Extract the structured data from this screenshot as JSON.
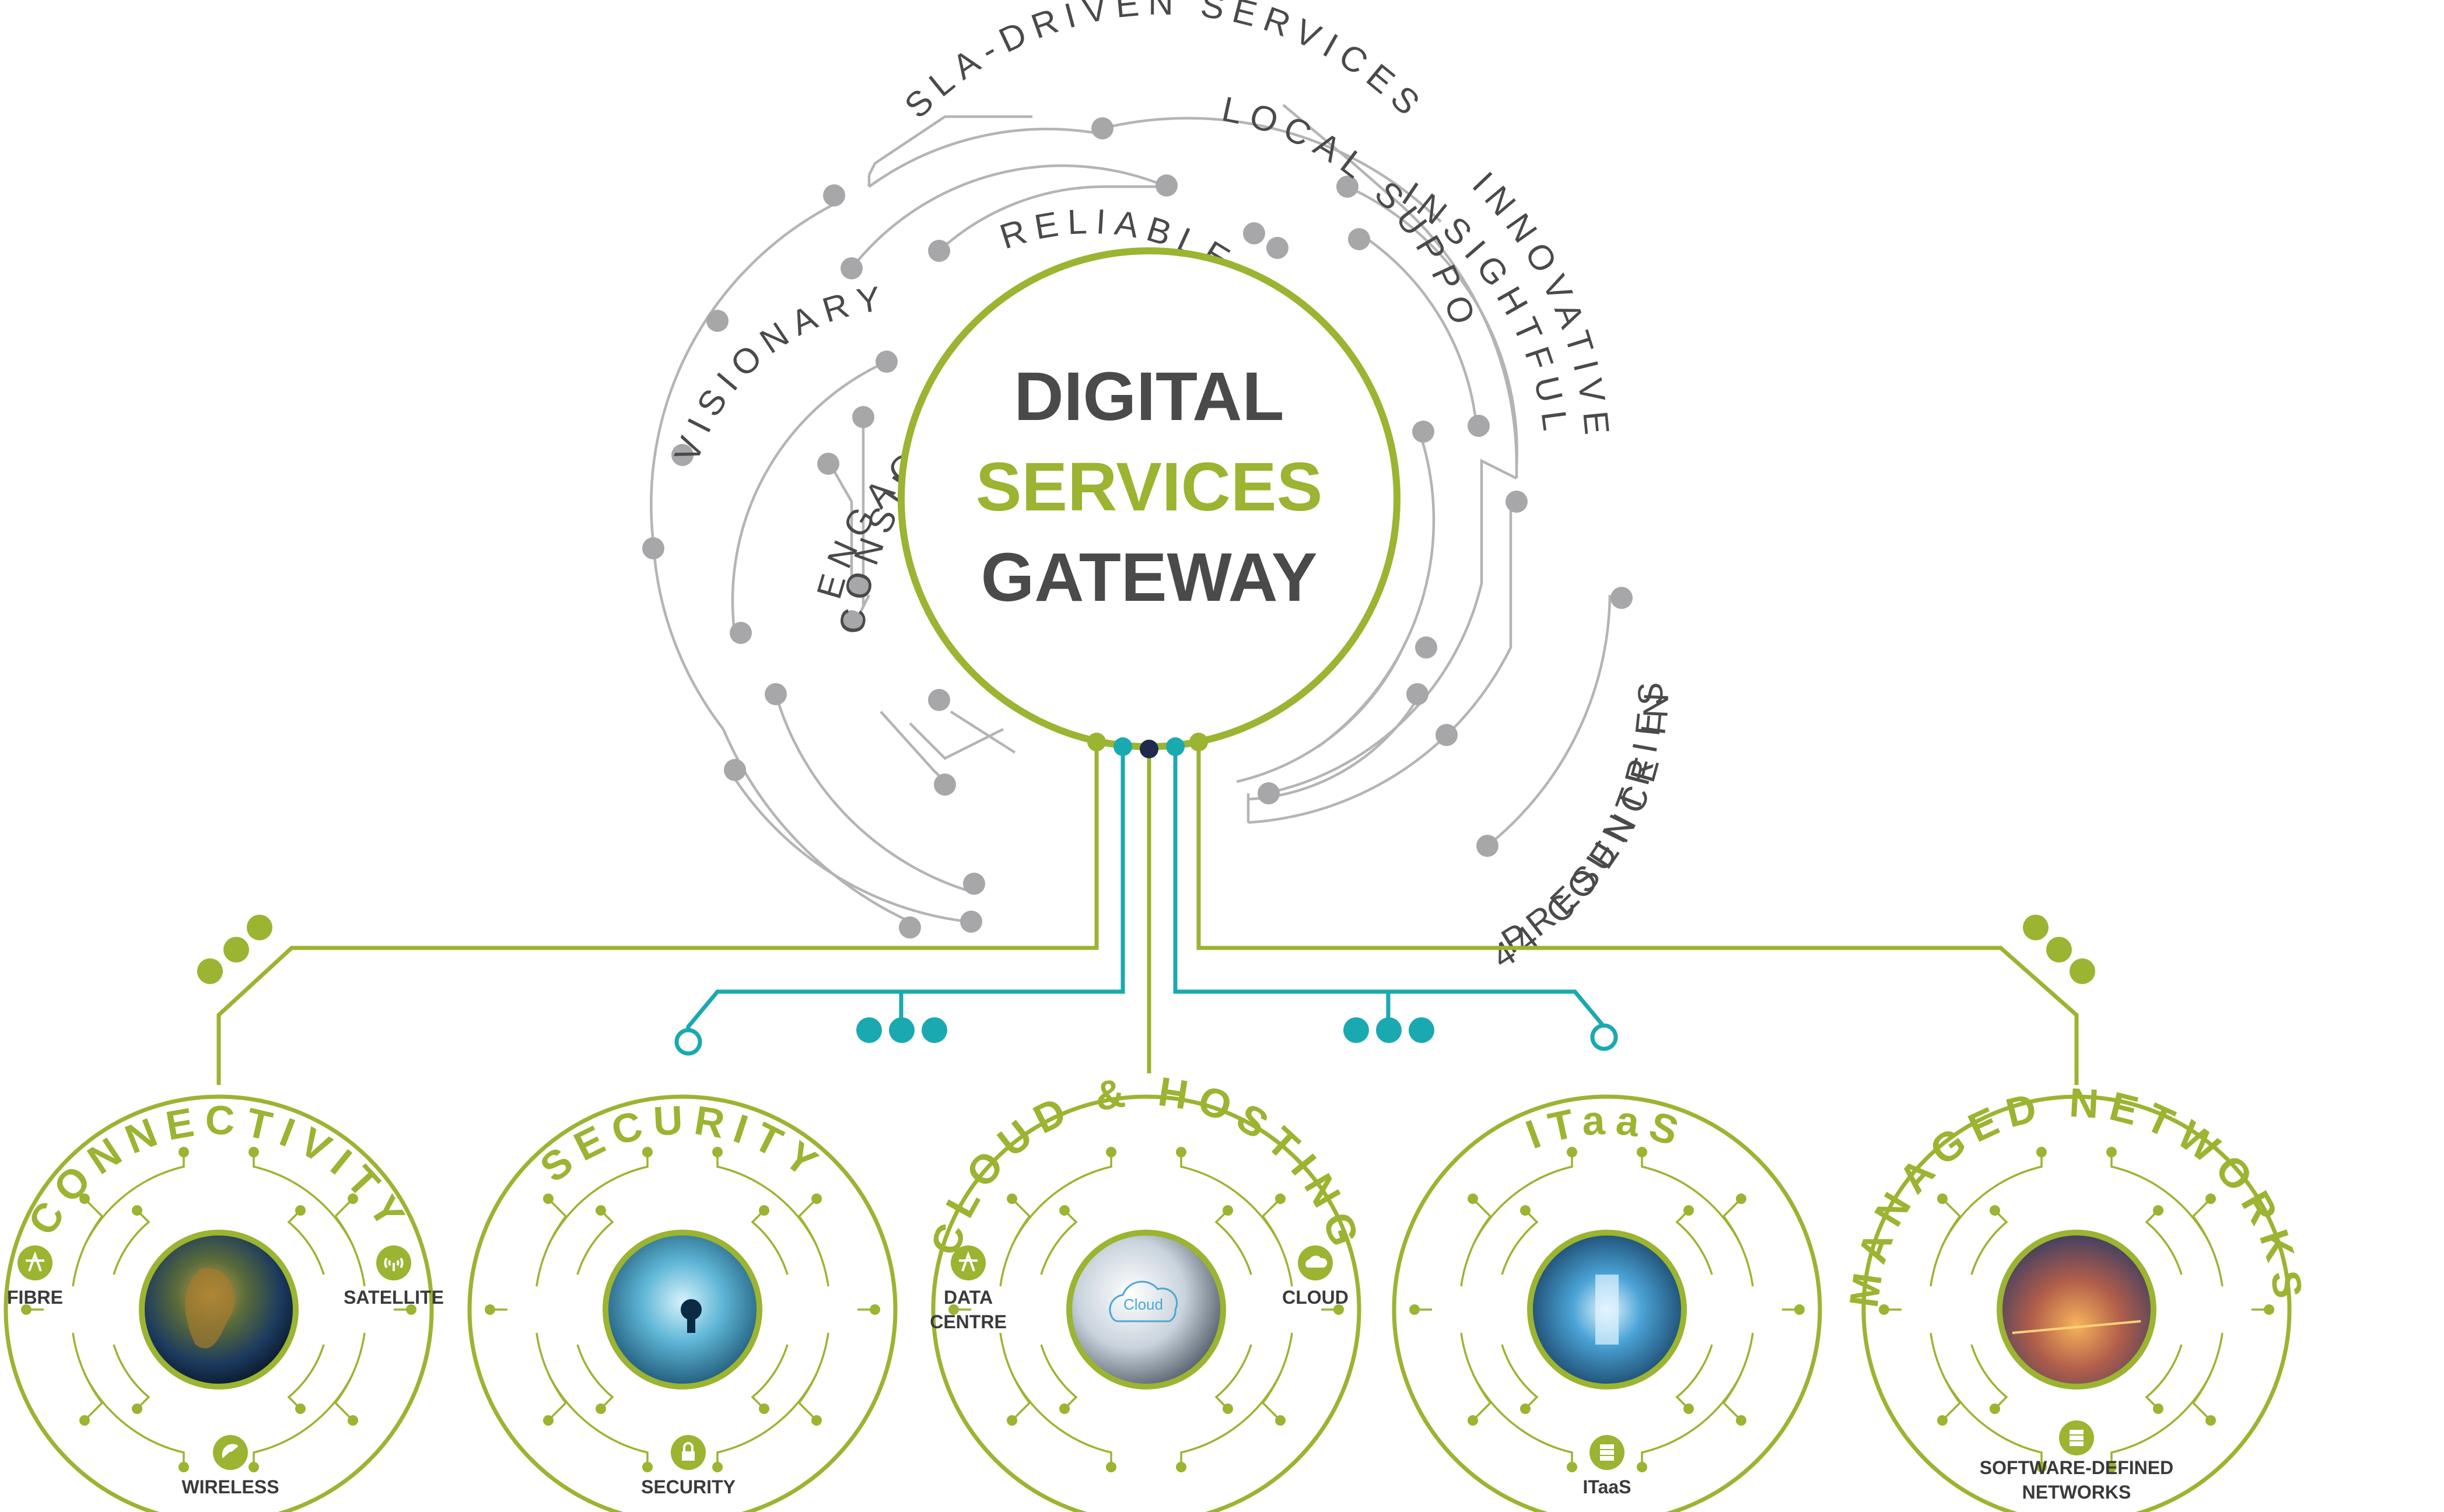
{
  "hub": {
    "title_line1": "DIGITAL",
    "title_line2": "SERVICES",
    "title_line3": "GATEWAY"
  },
  "attributes": [
    "SLA-DRIVEN SERVICES",
    "LOCAL SUPPORT",
    "INNOVATIVE",
    "RELIABLE",
    "INSIGHTFUL",
    "VISIONARY",
    "CONSULTANCY-LED",
    "ENGAGEMENTS",
    "PRESENCE IN",
    "44 COUNTRIES"
  ],
  "services": [
    {
      "title": "CONNECTIVITY",
      "icons": [
        {
          "label": "FIBRE",
          "icon": "fibre-icon"
        },
        {
          "label": "SATELLITE",
          "icon": "satellite-icon"
        },
        {
          "label": "WIRELESS",
          "icon": "wireless-icon"
        }
      ]
    },
    {
      "title": "SECURITY",
      "icons": [
        {
          "label": "SECURITY",
          "icon": "lock-icon"
        }
      ]
    },
    {
      "title": "CLOUD & HOSTING",
      "photo_text": "Cloud",
      "icons": [
        {
          "label": "DATA",
          "label2": "CENTRE",
          "icon": "data-centre-icon"
        },
        {
          "label": "CLOUD",
          "icon": "cloud-icon"
        }
      ]
    },
    {
      "title": "ITaaS",
      "icons": [
        {
          "label": "ITaaS",
          "icon": "server-icon"
        }
      ]
    },
    {
      "title": "MANAGED NETWORKS",
      "icons": [
        {
          "label": "SOFTWARE-DEFINED",
          "label2": "NETWORKS",
          "icon": "server-icon"
        }
      ]
    }
  ],
  "colors": {
    "green": "#9bb431",
    "teal": "#1aa9b1",
    "navy": "#1f2b4d",
    "grey_circuit": "#b4b4b4",
    "grey_node": "#a7a7a9",
    "text_dark": "#4a4a4a"
  }
}
